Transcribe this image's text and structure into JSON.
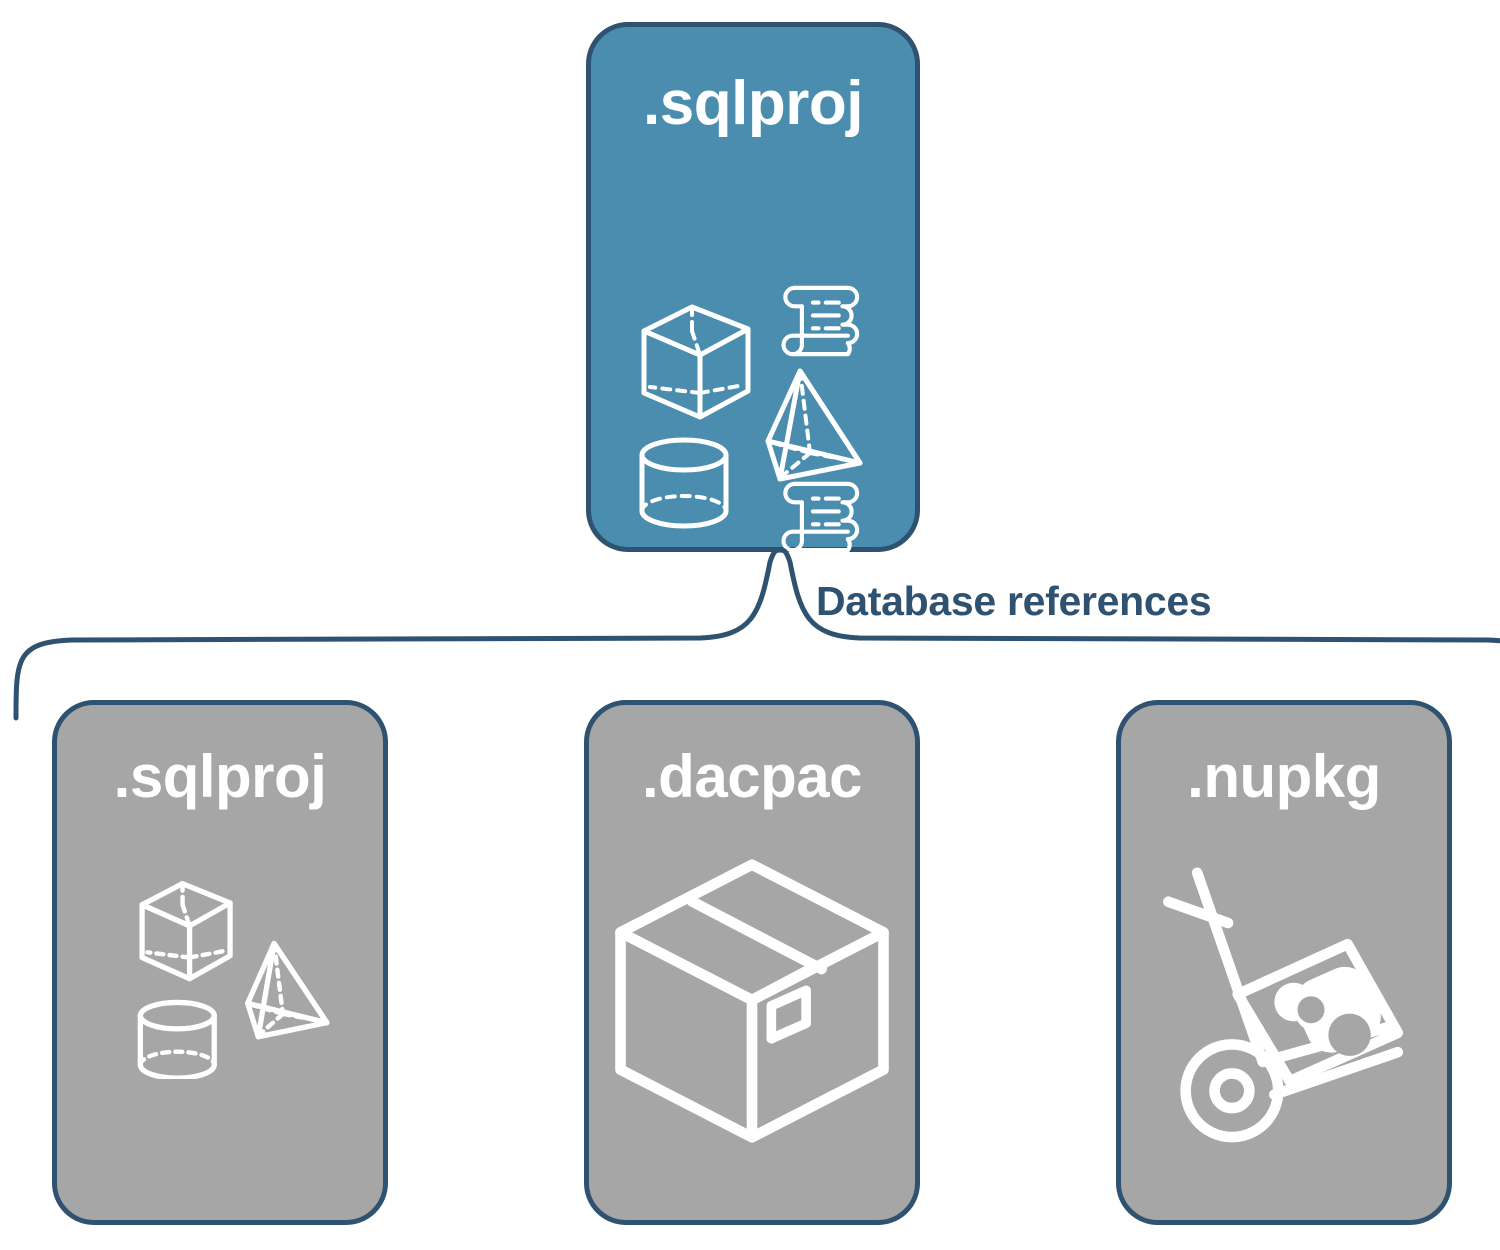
{
  "diagram": {
    "title_text": "Database references",
    "colors": {
      "primary_fill": "#4A8DAF",
      "secondary_fill": "#A6A6A6",
      "border": "#2E5270",
      "label_text": "#2E5270",
      "icon_stroke": "#FFFFFF",
      "background": "#FFFFFF"
    },
    "root_node": {
      "label": ".sqlproj",
      "icons": [
        "cube-3d-icon",
        "pyramid-3d-icon",
        "cylinder-3d-icon",
        "script-scroll-icon",
        "script-scroll-icon"
      ]
    },
    "connector": {
      "label": "Database references",
      "style": "curly-brace",
      "branch_count": 3
    },
    "reference_nodes": [
      {
        "label": ".sqlproj",
        "icons": [
          "cube-3d-icon",
          "pyramid-3d-icon",
          "cylinder-3d-icon"
        ]
      },
      {
        "label": ".dacpac",
        "icons": [
          "package-box-icon"
        ]
      },
      {
        "label": ".nupkg",
        "icons": [
          "hand-truck-nuget-icon"
        ]
      }
    ]
  }
}
